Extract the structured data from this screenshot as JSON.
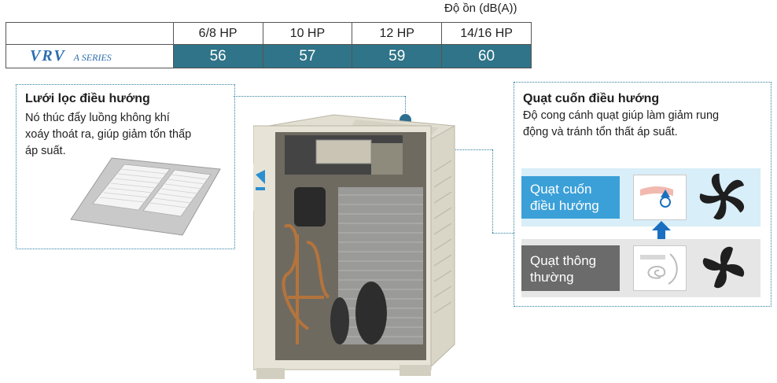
{
  "noise": {
    "caption": "Độ ồn (dB(A))",
    "columns": [
      "6/8 HP",
      "10 HP",
      "12 HP",
      "14/16 HP"
    ],
    "values": [
      "56",
      "57",
      "59",
      "60"
    ],
    "logo_main": "VRV",
    "logo_series": "A SERIES"
  },
  "filter_panel": {
    "title": "Lưới lọc điều hướng",
    "description_lines": [
      "Nó thúc đẩy luồng không khí",
      "xoáy thoát ra, giúp giảm tổn thấp",
      "áp suất."
    ]
  },
  "fan_panel": {
    "title": "Quạt cuốn điều hướng",
    "description_lines": [
      "Độ cong cánh quạt giúp làm giảm rung",
      "động và tránh tổn thất áp suất."
    ],
    "guided_fan_lines": [
      "Quạt cuốn",
      "điều hướng"
    ],
    "normal_fan_lines": [
      "Quạt thông",
      "thường"
    ]
  },
  "colors": {
    "accent": "#2f7488",
    "guided_label": "#3ba0d8",
    "normal_label": "#6b6b6b",
    "arrow": "#1a6fc0"
  }
}
